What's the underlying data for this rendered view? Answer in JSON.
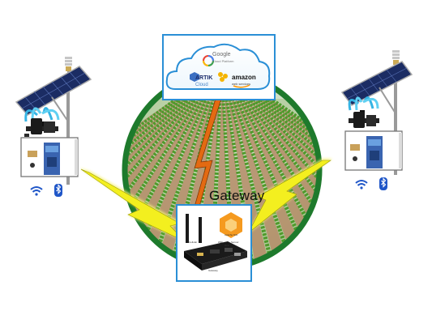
{
  "gateway": {
    "label": "Gateway",
    "board_labels": [
      "Cellular",
      "Gateway",
      "WiFi",
      "BLE",
      "Sensor"
    ],
    "logo_text": "Apache NiFi"
  },
  "cloud": {
    "google": "Google",
    "google_sub": "Cloud Platform",
    "artik": "ARTIK",
    "artik_sub": "Cloud",
    "amazon": "amazon",
    "amazon_sub": "web services"
  },
  "nodes": [
    {
      "side": "left",
      "connectivity": [
        "wifi",
        "bluetooth"
      ]
    },
    {
      "side": "right",
      "connectivity": [
        "wifi",
        "bluetooth"
      ]
    }
  ],
  "colors": {
    "ring": "#1e7a2c",
    "box_border": "#2a8fd6",
    "bolt_cloud": "#e36a12",
    "bolt_node": "#f3ef1f",
    "panel": "#1b2c63",
    "soil": "#b58c68",
    "crop": "#4f9a2c"
  }
}
